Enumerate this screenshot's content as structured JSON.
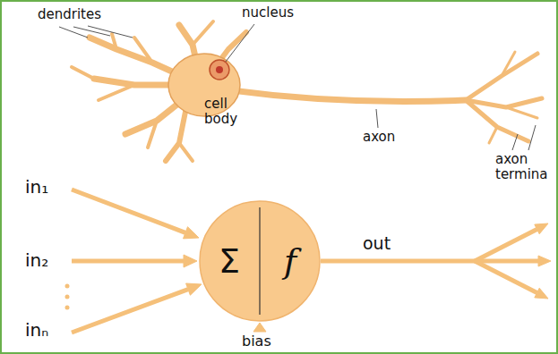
{
  "diagram": {
    "nodes": [
      {
        "text": [
          "Σ",
          "f"
        ]
      }
    ],
    "labels": [
      "dendrites",
      "nucleus",
      "cell body",
      "axon",
      "axon termina",
      "in₁",
      "in₂",
      "inₙ",
      "out",
      "bias"
    ]
  }
}
